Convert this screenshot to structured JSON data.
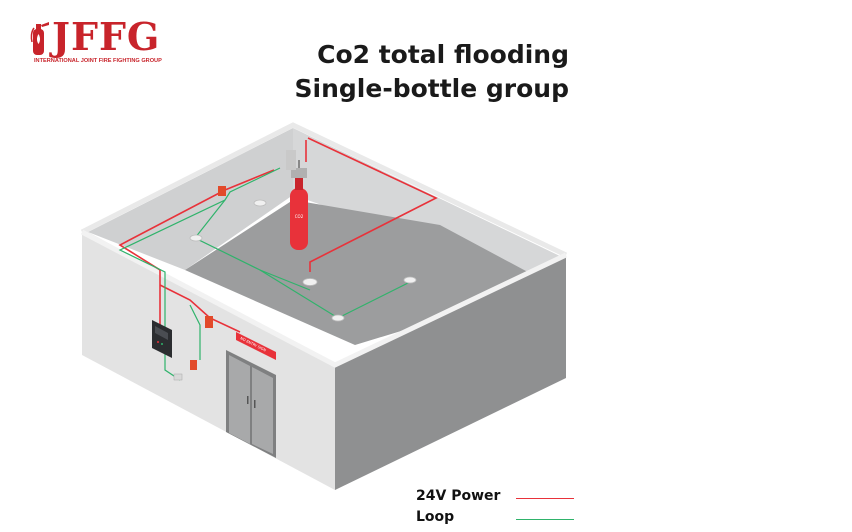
{
  "brand": {
    "name": "JFFG",
    "tagline": "INTERNATIONAL JOINT FIRE FIGHTING GROUP",
    "color": "#c8242b"
  },
  "title": {
    "line1": "Co2 total flooding",
    "line2": "Single-bottle group"
  },
  "scene": {
    "door_sign": "NO ENTRY SIGN",
    "cylinder_label": "CO2"
  },
  "legend": {
    "items": [
      {
        "label": "24V Power",
        "color": "#e8323a"
      },
      {
        "label": "Loop",
        "color": "#2fb36b"
      }
    ]
  }
}
